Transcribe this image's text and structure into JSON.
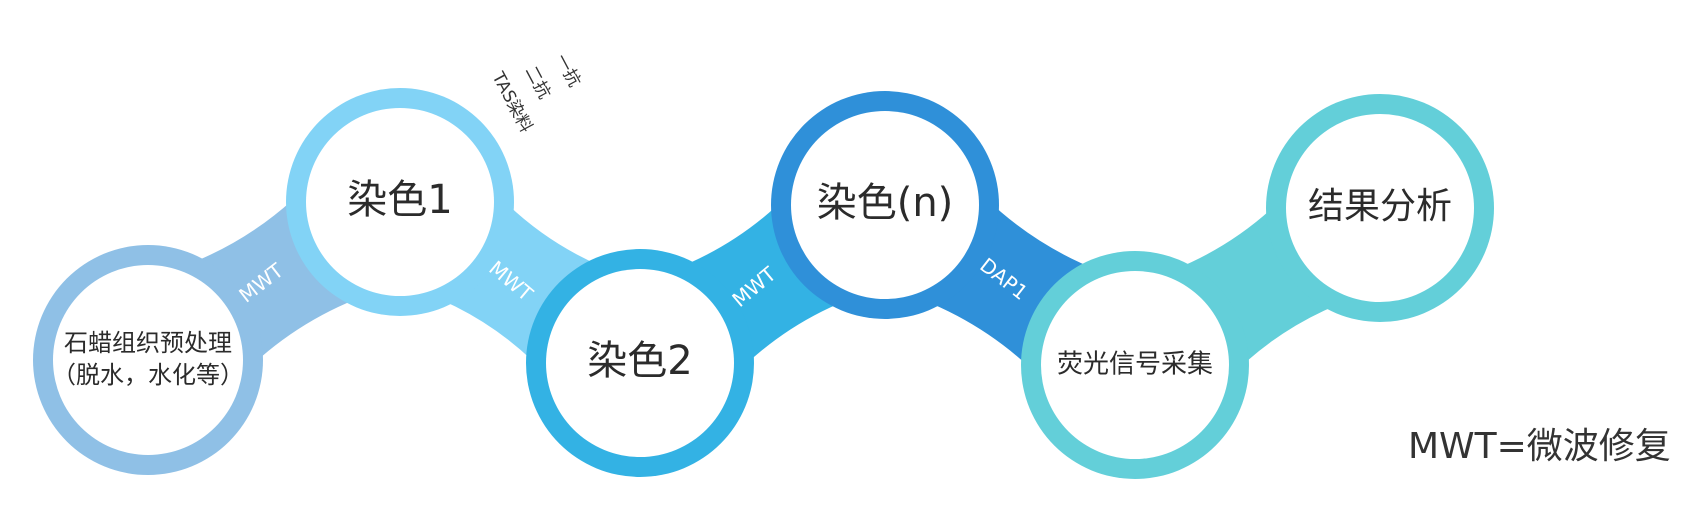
{
  "steps": [
    {
      "id": "pretreatment",
      "lines": [
        "石蜡组织预处理",
        "（脱水，水化等）"
      ],
      "color": "#8FC0E6"
    },
    {
      "id": "stain1",
      "lines": [
        "染色1"
      ],
      "color": "#82D3F6"
    },
    {
      "id": "stain2",
      "lines": [
        "染色2"
      ],
      "color": "#33B2E4"
    },
    {
      "id": "stainN",
      "lines": [
        "染色(n)"
      ],
      "color": "#2F90D9"
    },
    {
      "id": "fluorescence",
      "lines": [
        "荧光信号采集"
      ],
      "color": "#63CFD9"
    },
    {
      "id": "analysis",
      "lines": [
        "结果分析"
      ],
      "color": "#63CFD9"
    }
  ],
  "connectors": [
    {
      "from": "pretreatment",
      "to": "stain1",
      "label": "MWT"
    },
    {
      "from": "stain1",
      "to": "stain2",
      "label": "MWT"
    },
    {
      "from": "stain2",
      "to": "stainN",
      "label": "MWT"
    },
    {
      "from": "stainN",
      "to": "fluorescence",
      "label": "DAP1"
    },
    {
      "from": "fluorescence",
      "to": "analysis",
      "label": ""
    }
  ],
  "stain_notes": [
    "一抗",
    "二抗",
    "TAS染料"
  ],
  "legend": "MWT=微波修复"
}
